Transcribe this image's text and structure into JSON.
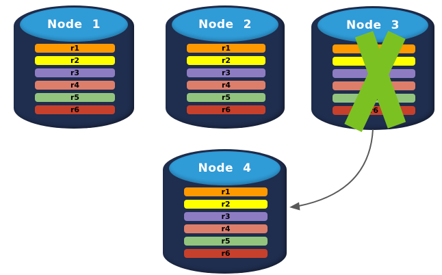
{
  "diagram": {
    "colors": {
      "background": "#FFFFFF",
      "cylinder_body": "#1F2D4E",
      "cylinder_top": "#2F9BD7",
      "node_label_text": "#FFFFFF",
      "row_label_text": "#000000",
      "failure_x": "#7CC122",
      "arrow": "#595959"
    },
    "nodes": [
      {
        "label": "Node 1",
        "failed": false,
        "rows": [
          {
            "label": "r1",
            "color": "#FF9900"
          },
          {
            "label": "r2",
            "color": "#FFFF00"
          },
          {
            "label": "r3",
            "color": "#8E7CC3"
          },
          {
            "label": "r4",
            "color": "#DD7E6B"
          },
          {
            "label": "r5",
            "color": "#93C47D"
          },
          {
            "label": "r6",
            "color": "#C7402B"
          }
        ]
      },
      {
        "label": "Node 2",
        "failed": false,
        "rows": [
          {
            "label": "r1",
            "color": "#FF9900"
          },
          {
            "label": "r2",
            "color": "#FFFF00"
          },
          {
            "label": "r3",
            "color": "#8E7CC3"
          },
          {
            "label": "r4",
            "color": "#DD7E6B"
          },
          {
            "label": "r5",
            "color": "#93C47D"
          },
          {
            "label": "r6",
            "color": "#C7402B"
          }
        ]
      },
      {
        "label": "Node 3",
        "failed": true,
        "rows": [
          {
            "label": "r1",
            "color": "#FF9900"
          },
          {
            "label": "r2",
            "color": "#FFFF00"
          },
          {
            "label": "r3",
            "color": "#8E7CC3"
          },
          {
            "label": "r4",
            "color": "#DD7E6B"
          },
          {
            "label": "r5",
            "color": "#93C47D"
          },
          {
            "label": "r6",
            "color": "#C7402B"
          }
        ]
      },
      {
        "label": "Node 4",
        "failed": false,
        "rows": [
          {
            "label": "r1",
            "color": "#FF9900"
          },
          {
            "label": "r2",
            "color": "#FFFF00"
          },
          {
            "label": "r3",
            "color": "#8E7CC3"
          },
          {
            "label": "r4",
            "color": "#DD7E6B"
          },
          {
            "label": "r5",
            "color": "#93C47D"
          },
          {
            "label": "r6",
            "color": "#C7402B"
          }
        ]
      }
    ],
    "annotations": {
      "failure_x_on": "Node 3",
      "arrow": {
        "from": "Node 3",
        "to": "Node 4"
      }
    }
  }
}
